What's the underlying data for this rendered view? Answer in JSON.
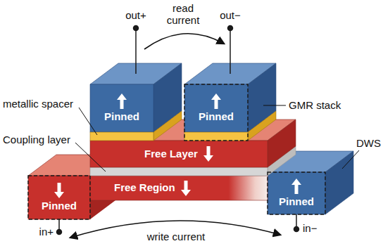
{
  "diagram": {
    "nodes": [
      {
        "text": [
          "Pinned"
        ]
      },
      {
        "text": [
          "Pinned"
        ]
      },
      {
        "text": [
          "Free Layer"
        ]
      },
      {
        "text": [
          "Free Region"
        ]
      },
      {
        "text": [
          "Pinned"
        ]
      },
      {
        "text": [
          "Pinned"
        ]
      }
    ],
    "labels": [
      "out+",
      "read current",
      "out−",
      "metallic spacer",
      "GMR stack",
      "Coupling layer",
      "DWS",
      "in+",
      "in−",
      "write current"
    ]
  }
}
